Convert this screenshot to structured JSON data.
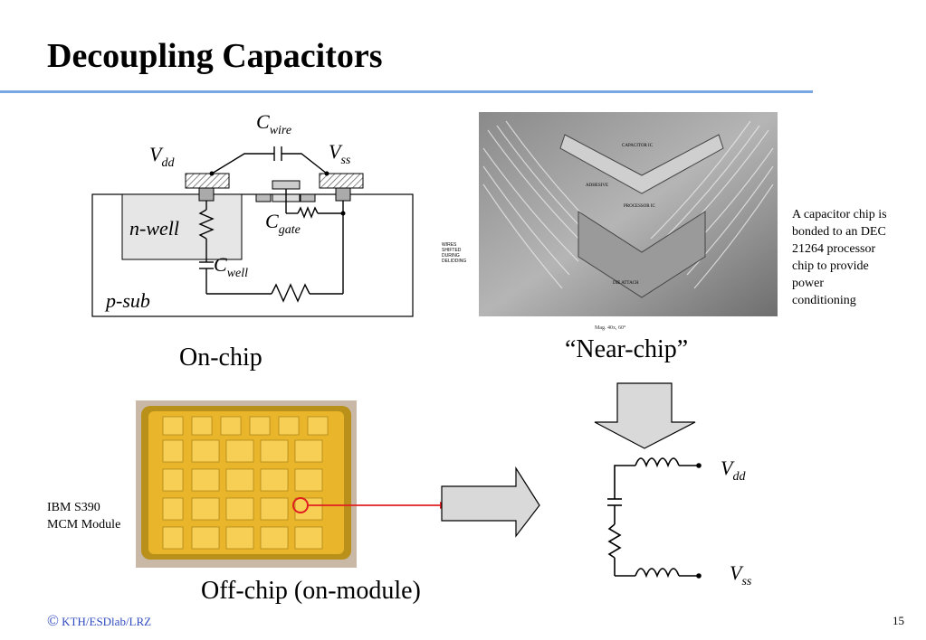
{
  "title": "Decoupling Capacitors",
  "onchip": {
    "label": "On-chip",
    "c_wire": "C",
    "c_wire_sub": "wire",
    "v_dd": "V",
    "v_dd_sub": "dd",
    "v_ss": "V",
    "v_ss_sub": "ss",
    "c_gate": "C",
    "c_gate_sub": "gate",
    "c_well": "C",
    "c_well_sub": "well",
    "n_well": "n-well",
    "p_sub": "p-sub"
  },
  "nearchip": {
    "label": "“Near-chip”",
    "photo_labels": {
      "capacitor": "CAPACITOR IC",
      "adhesive": "ADHESIVE",
      "processor": "PROCESSOR IC",
      "wires_1": "WIRES",
      "wires_2": "SHIFTED",
      "wires_3": "DURING",
      "wires_4": "DELIDDING",
      "die_attach": "DIE ATTACH",
      "mag": "Mag. 40x, 60°"
    },
    "caption": [
      "A capacitor chip is",
      "bonded to an DEC",
      "21264 processor",
      "chip to provide",
      "power",
      "conditioning"
    ]
  },
  "offchip": {
    "label": "Off-chip (on-module)",
    "module_caption": [
      "IBM S390",
      "MCM Module"
    ]
  },
  "equivalent": {
    "v_dd": "V",
    "v_dd_sub": "dd",
    "v_ss": "V",
    "v_ss_sub": "ss"
  },
  "footer": {
    "copyright_symbol": "©",
    "org": "KTH/ESDlab/LRZ",
    "page": "15"
  },
  "colors": {
    "rule": "#79a7e3",
    "footer_text": "#2f4bbf",
    "arrow_fill": "#d9d9d9",
    "highlight": "#e02020"
  }
}
